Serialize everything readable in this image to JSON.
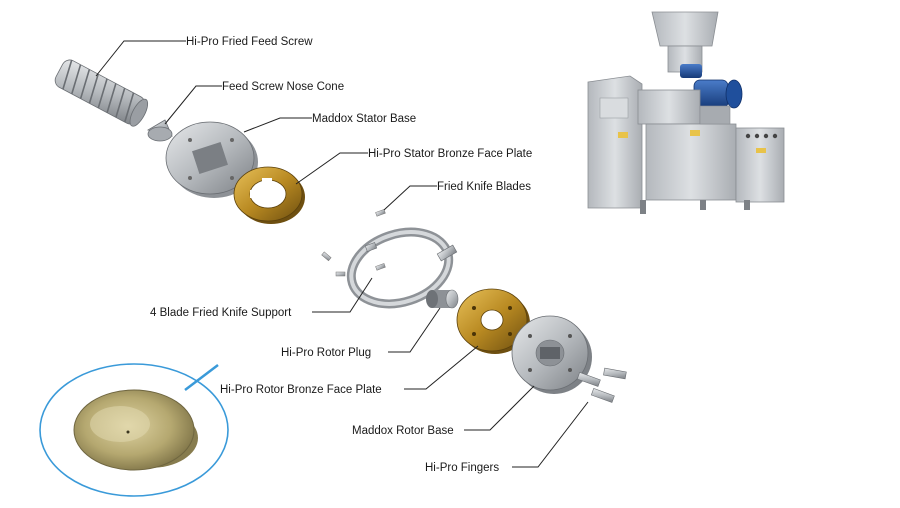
{
  "labels": {
    "feed_screw": "Hi-Pro Fried Feed Screw",
    "nose_cone": "Feed Screw Nose Cone",
    "stator_base": "Maddox Stator Base",
    "stator_face_plate": "Hi-Pro Stator Bronze Face Plate",
    "knife_blades": "Fried Knife Blades",
    "knife_support": "4 Blade Fried Knife Support",
    "rotor_plug": "Hi-Pro Rotor Plug",
    "rotor_face_plate": "Hi-Pro Rotor Bronze Face Plate",
    "rotor_base": "Maddox Rotor Base",
    "fingers": "Hi-Pro Fingers"
  },
  "colors": {
    "steel": "#b8bcc0",
    "bronze": "#c9a13a",
    "callout_ring": "#3a9ad9",
    "machine_body": "#c9cdd1",
    "motor_blue": "#1f4f9c"
  }
}
